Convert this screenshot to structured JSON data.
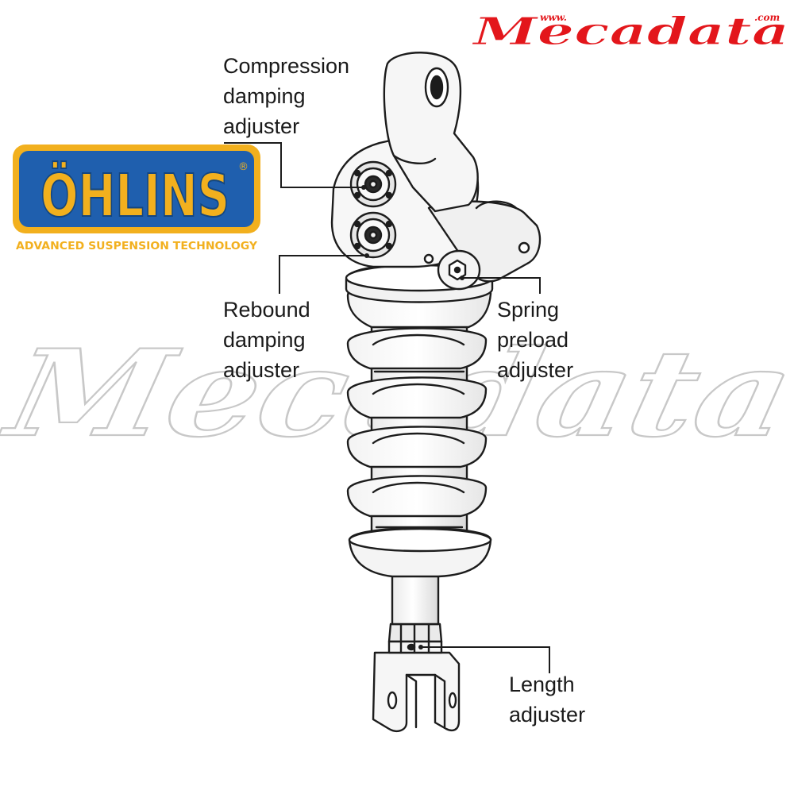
{
  "brand_logo": {
    "text": "Mecadata",
    "prefix": "www.",
    "suffix": ".com",
    "color": "#e3161b"
  },
  "watermark": {
    "text": "Mecadata"
  },
  "ohlins_badge": {
    "name": "ÖHLINS",
    "tagline": "ADVANCED SUSPENSION TECHNOLOGY",
    "registered": "®",
    "blue": "#1f5fae",
    "gold": "#f2b01e"
  },
  "labels": {
    "compression": [
      "Compression",
      "damping",
      "adjuster"
    ],
    "rebound": [
      "Rebound",
      "damping",
      "adjuster"
    ],
    "spring_preload": [
      "Spring",
      "preload",
      "adjuster"
    ],
    "length": [
      "Length",
      "adjuster"
    ]
  }
}
